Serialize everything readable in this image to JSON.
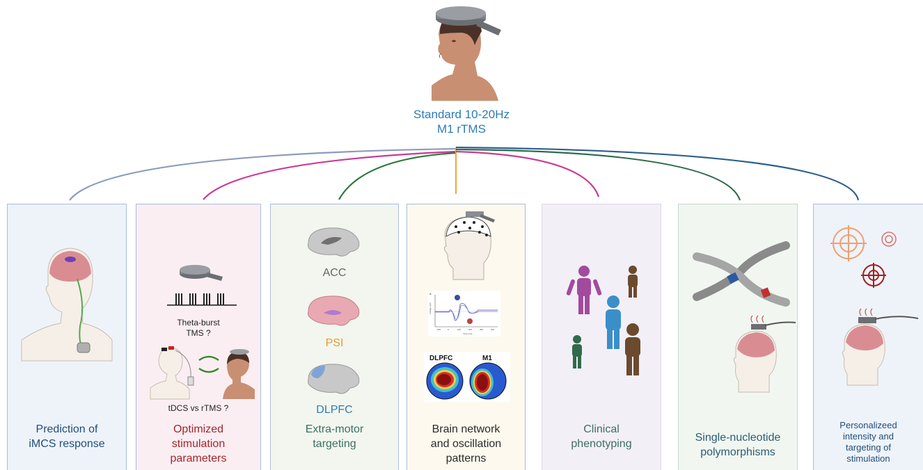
{
  "top": {
    "line1": "Standard 10-20Hz",
    "line2": "M1 rTMS"
  },
  "panels": [
    {
      "title_lines": [
        "Prediction of",
        "iMCS response"
      ],
      "bg": "#eef3fa",
      "title_color": "#1f4e78"
    },
    {
      "title_lines": [
        "Optimized",
        "stimulation",
        "parameters"
      ],
      "bg": "#fbeef3",
      "title_color": "#a3262a",
      "labels": {
        "theta_burst": "Theta-burst",
        "theta_burst_2": "TMS ?",
        "tdcs_vs_rtms": "tDCS vs rTMS ?"
      }
    },
    {
      "title_lines": [
        "Extra-motor",
        "targeting"
      ],
      "bg": "#f2f6ef",
      "title_color": "#3c6f63",
      "labels": {
        "acc": "ACC",
        "psi": "PSI",
        "dlpfc": "DLPFC"
      }
    },
    {
      "title_lines": [
        "Brain network",
        "and oscillation",
        "patterns"
      ],
      "bg": "#fdf9ee",
      "title_color": "#2b2b2b",
      "labels": {
        "topo_left": "DLPFC",
        "topo_right": "M1",
        "plot_ylabel": "Voltage (µV)",
        "plot_xlabel": "Time (ms)",
        "tick_1": "-200",
        "tick_2": "0",
        "tick_3": "100",
        "tick_4": "200",
        "tick_5": "300",
        "tick_6": "400",
        "corner": "A"
      }
    },
    {
      "title_lines": [
        "Clinical",
        "phenotyping"
      ],
      "bg": "#f3eff7",
      "title_color": "#3c6f63"
    },
    {
      "title_lines": [
        "Single-nucleotide",
        "polymorphisms"
      ],
      "bg": "#f1f6f1",
      "title_color": "#2c5d72"
    },
    {
      "title_lines": [
        "Personalizeed",
        "intensity and",
        "targeting of",
        "stimulation"
      ],
      "bg": "#eef3fa",
      "title_color": "#1f4e78"
    }
  ],
  "colors": {
    "arc_1": "#8c9bbd",
    "arc_2": "#c93a96",
    "arc_3": "#2c7a3a",
    "arc_4": "#f0a93e",
    "arc_5": "#c93a96",
    "arc_6": "#2f6c4a",
    "arc_7": "#2c5f8e"
  }
}
